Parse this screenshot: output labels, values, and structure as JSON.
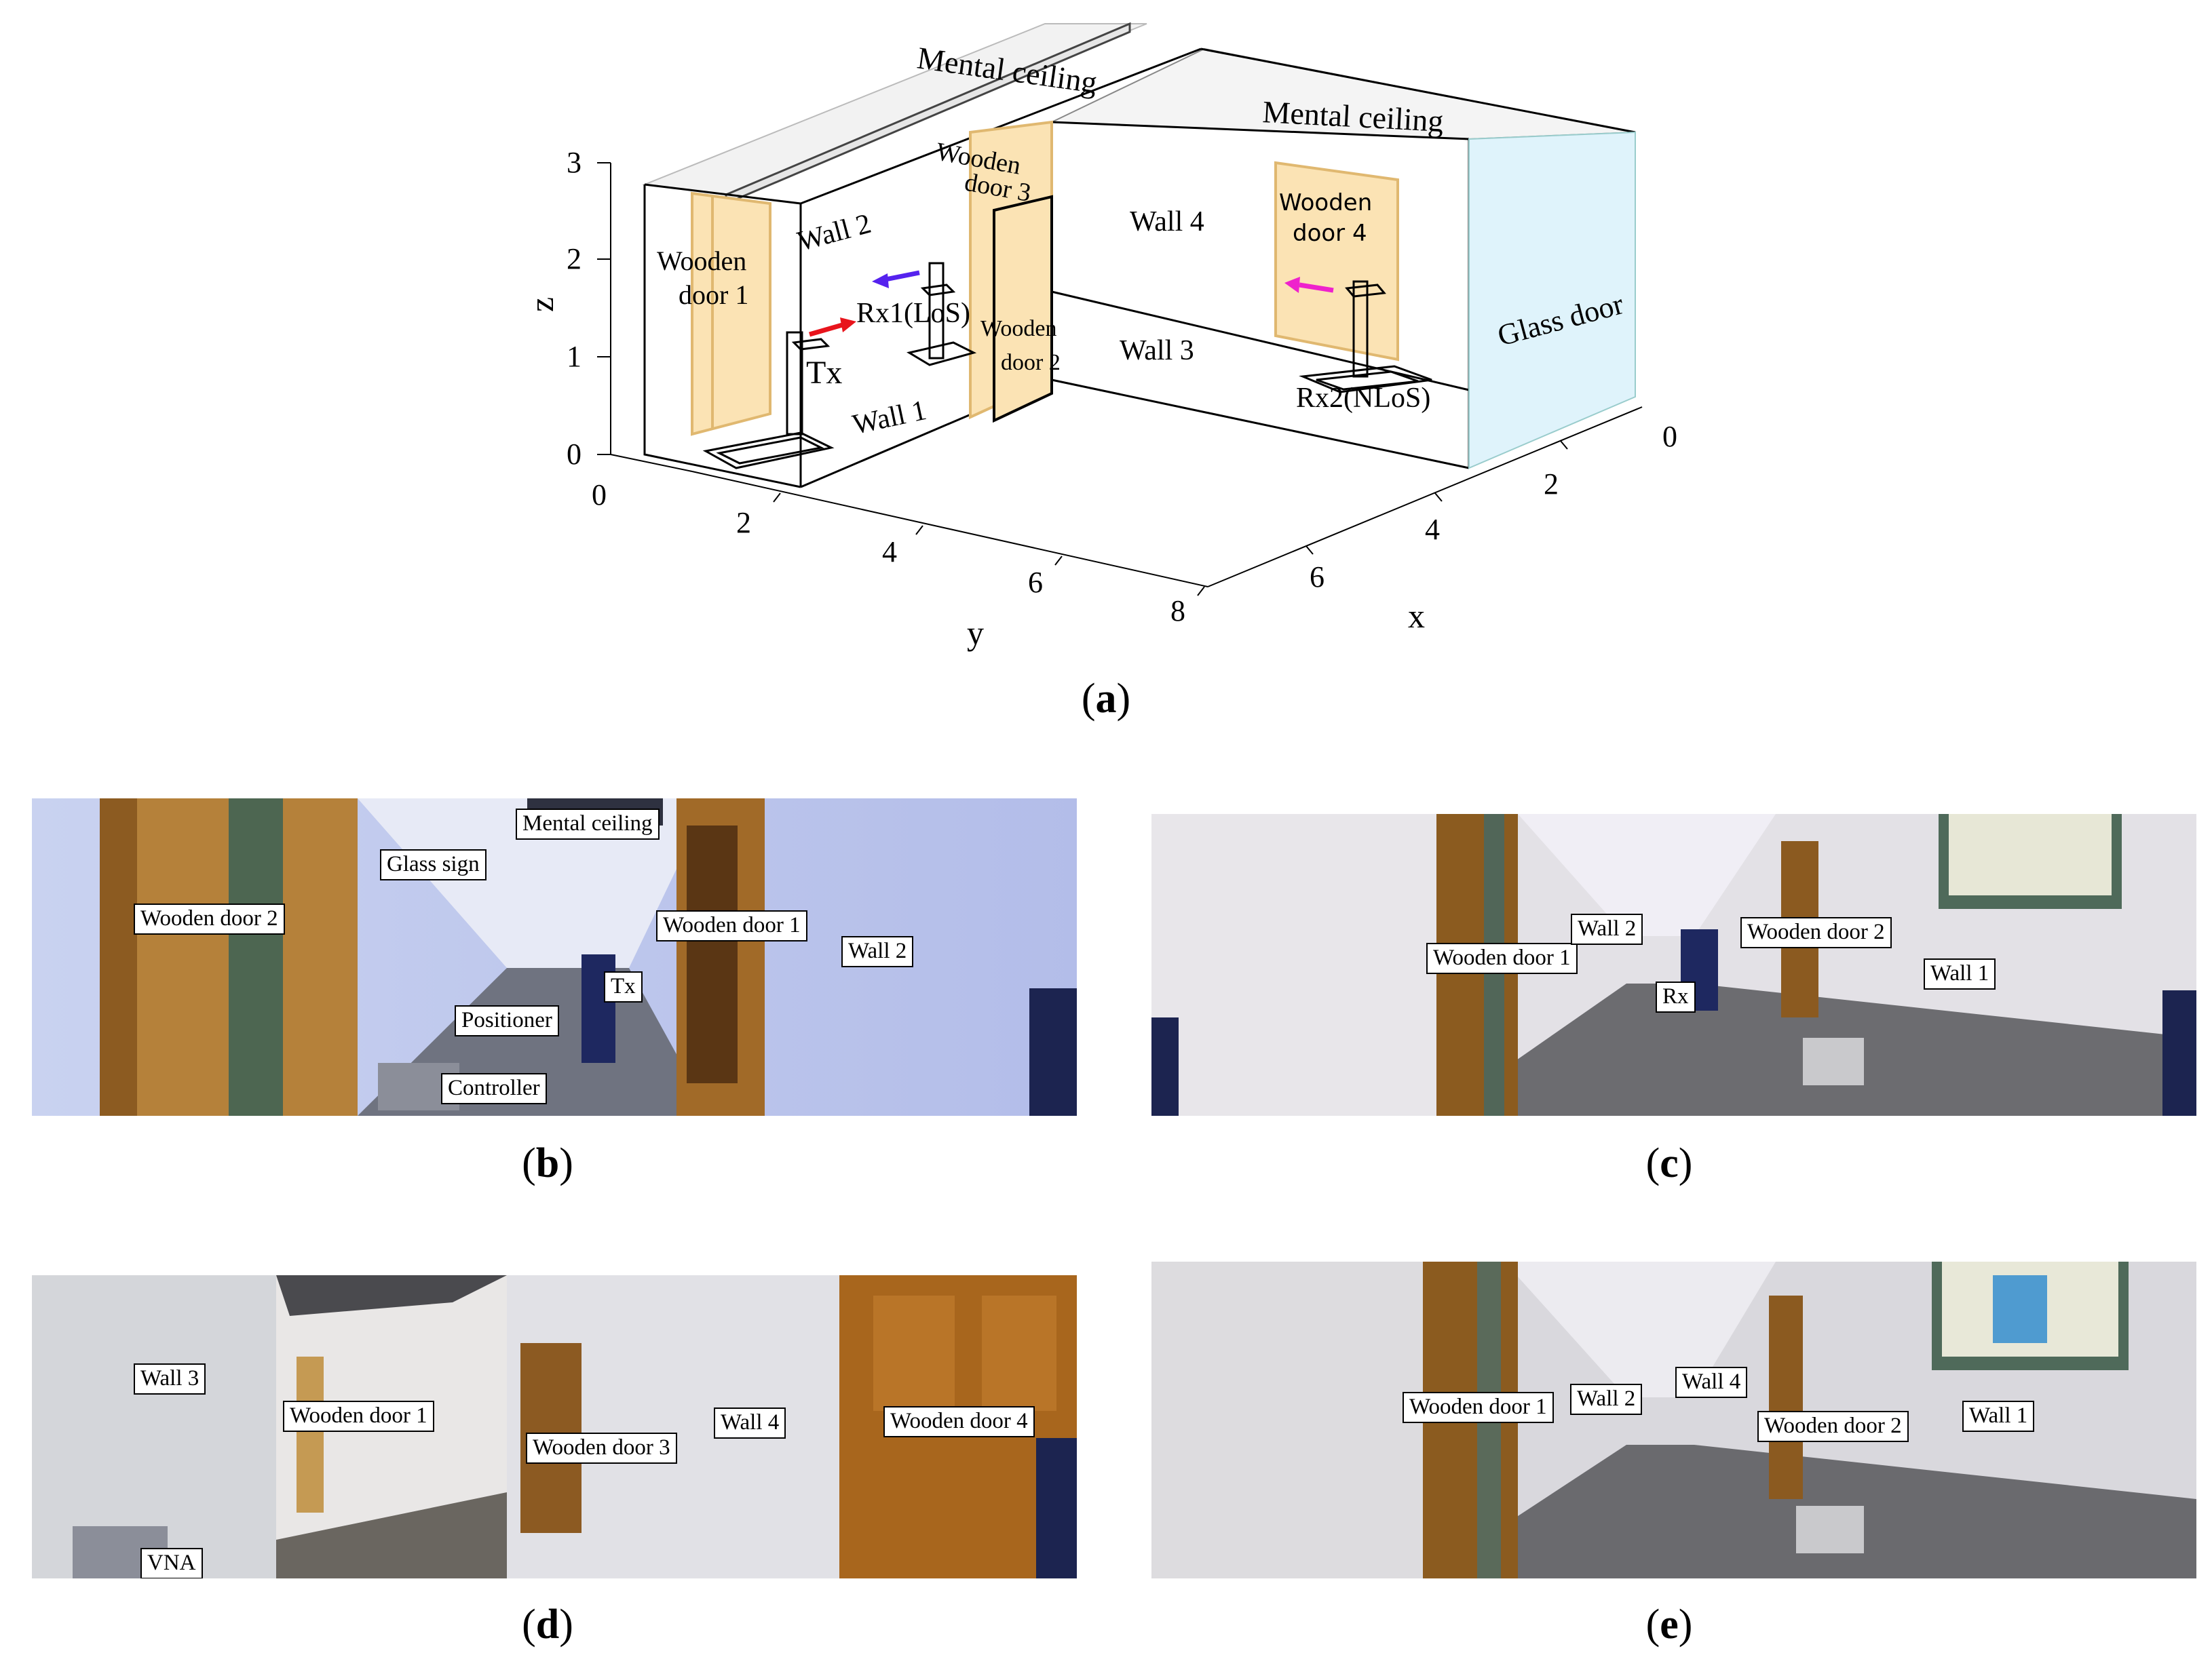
{
  "panel_a": {
    "caption_letter": "a",
    "labels": {
      "ceiling_left": "Mental ceiling",
      "ceiling_right": "Mental ceiling",
      "wall1": "Wall 1",
      "wall2": "Wall 2",
      "wall3": "Wall 3",
      "wall4": "Wall 4",
      "door1_l1": "Wooden",
      "door1_l2": "door 1",
      "door2_l1": "Wooden",
      "door2_l2": "door 2",
      "door3_l1": "Wooden",
      "door3_l2": "door 3",
      "door4_l1": "Wooden",
      "door4_l2": "door 4",
      "glass_door": "Glass door",
      "tx": "Tx",
      "rx1": "Rx1(LoS)",
      "rx2": "Rx2(NLoS)"
    },
    "axes": {
      "x_label": "x",
      "y_label": "y",
      "z_label": "z",
      "z_ticks": [
        "0",
        "1",
        "2",
        "3"
      ],
      "y_ticks": [
        "0",
        "2",
        "4",
        "6",
        "8"
      ],
      "x_ticks": [
        "0",
        "2",
        "4",
        "6"
      ]
    },
    "colors": {
      "wood": "#fbe3b4",
      "wood_edge": "#e0b870",
      "glass": "#dff3fb",
      "ceiling": "#f2f2f2",
      "arrow_tx": "#e8141c",
      "arrow_rx1": "#5522ee",
      "arrow_rx2": "#ee22cc"
    }
  },
  "panel_b": {
    "caption_letter": "b",
    "labels": {
      "ceiling": "Mental ceiling",
      "glass_sign": "Glass sign",
      "door2": "Wooden door 2",
      "door1": "Wooden door 1",
      "wall2": "Wall 2",
      "tx": "Tx",
      "positioner": "Positioner",
      "controller": "Controller"
    }
  },
  "panel_c": {
    "caption_letter": "c",
    "labels": {
      "door1": "Wooden door 1",
      "wall2": "Wall 2",
      "door2": "Wooden door 2",
      "wall1": "Wall 1",
      "rx": "Rx"
    }
  },
  "panel_d": {
    "caption_letter": "d",
    "labels": {
      "wall3": "Wall 3",
      "door1": "Wooden door 1",
      "door3": "Wooden door 3",
      "wall4": "Wall 4",
      "door4": "Wooden door 4",
      "vna": "VNA"
    }
  },
  "panel_e": {
    "caption_letter": "e",
    "labels": {
      "door1": "Wooden door 1",
      "wall2": "Wall 2",
      "wall4": "Wall 4",
      "door2": "Wooden door 2",
      "wall1": "Wall 1"
    }
  }
}
